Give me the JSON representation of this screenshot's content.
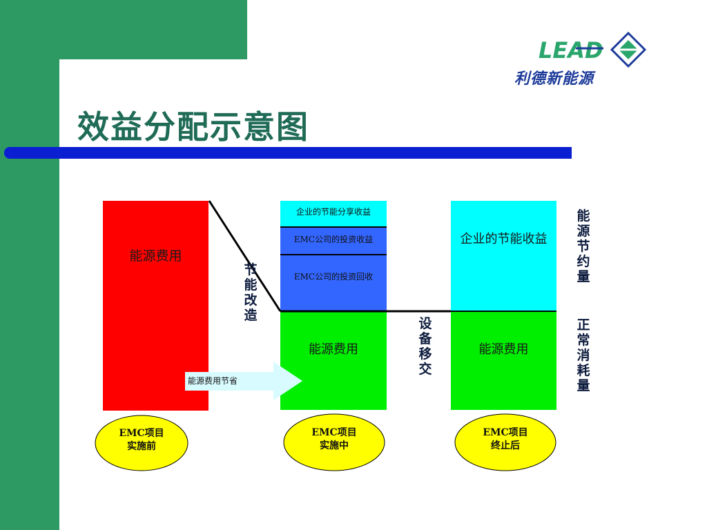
{
  "slide": {
    "title": "效益分配示意图",
    "logo_text": "LEAD",
    "logo_subtitle": "利德新能源"
  },
  "diagram": {
    "before": {
      "energy_cost_label": "能源费用",
      "caption": [
        "EMC项目",
        "实施前"
      ]
    },
    "during": {
      "enterprise_share_label": "企业的节能分享收益",
      "emc_profit_label": "EMC公司的投资收益",
      "emc_recovery_label": "EMC公司的投资回收",
      "energy_cost_label": "能源费用",
      "caption": [
        "EMC项目",
        "实施中"
      ]
    },
    "after": {
      "enterprise_saving_label": "企业的节能收益",
      "energy_cost_label": "能源费用",
      "caption": [
        "EMC项目",
        "终止后"
      ]
    },
    "retrofit_label": "节能改造",
    "transfer_label": "设备移交",
    "saving_amount_label": "能源节约量",
    "normal_consumption_label": "正常消耗量",
    "cost_saving_arrow_label": "能源费用节省"
  },
  "colors": {
    "green_bg": "#2e9a63",
    "title_bar": "#0a1fd1",
    "red": "#ff0000",
    "cyan": "#00ffff",
    "blue": "#3366ff",
    "green": "#00ee00",
    "yellow": "#ffff00",
    "arrow": "#d8fbff"
  }
}
